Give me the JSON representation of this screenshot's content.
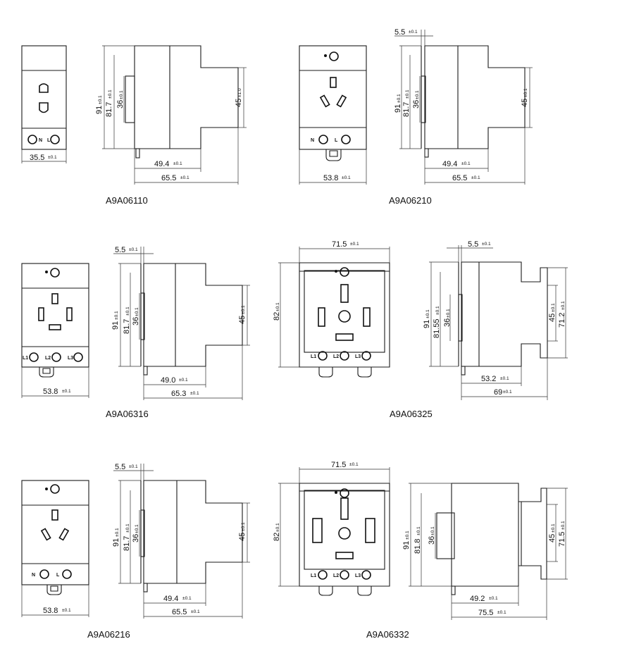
{
  "tolerance": "±0.1",
  "tolerance_alt": "±1.0",
  "terminal_labels": {
    "n": "N",
    "l": "L",
    "l1": "L1",
    "l2": "L2",
    "l3": "L3"
  },
  "drawings": [
    {
      "model": "A9A06110",
      "width": "35.5",
      "height": "91",
      "body_height": "81.7",
      "window": "36",
      "face": "45",
      "depth_inner": "49.4",
      "depth": "65.5"
    },
    {
      "model": "A9A06210",
      "width": "53.8",
      "height": "91",
      "body_height": "81.7",
      "window": "36",
      "face": "45",
      "depth_inner": "49.4",
      "depth": "65.5",
      "offset": "5.5"
    },
    {
      "model": "A9A06316",
      "width": "53.8",
      "height": "91",
      "body_height": "81.7",
      "window": "36",
      "face": "45",
      "depth_inner": "49.0",
      "depth": "65.3",
      "offset": "5.5"
    },
    {
      "model": "A9A06325",
      "width": "71.5",
      "height": "82",
      "side_height": "91",
      "body_height": "81.55",
      "window": "36",
      "face": "45",
      "face_outer": "71.2",
      "depth_inner": "53.2",
      "depth": "69",
      "offset": "5.5"
    },
    {
      "model": "A9A06216",
      "width": "53.8",
      "height": "91",
      "body_height": "81.7",
      "window": "36",
      "face": "45",
      "depth_inner": "49.4",
      "depth": "65.5",
      "offset": "5.5"
    },
    {
      "model": "A9A06332",
      "width": "71.5",
      "height": "82",
      "side_height": "91",
      "body_height": "81.8",
      "window": "36",
      "face": "45",
      "face_outer": "71.5",
      "depth_inner": "49.2",
      "depth": "75.5"
    }
  ]
}
